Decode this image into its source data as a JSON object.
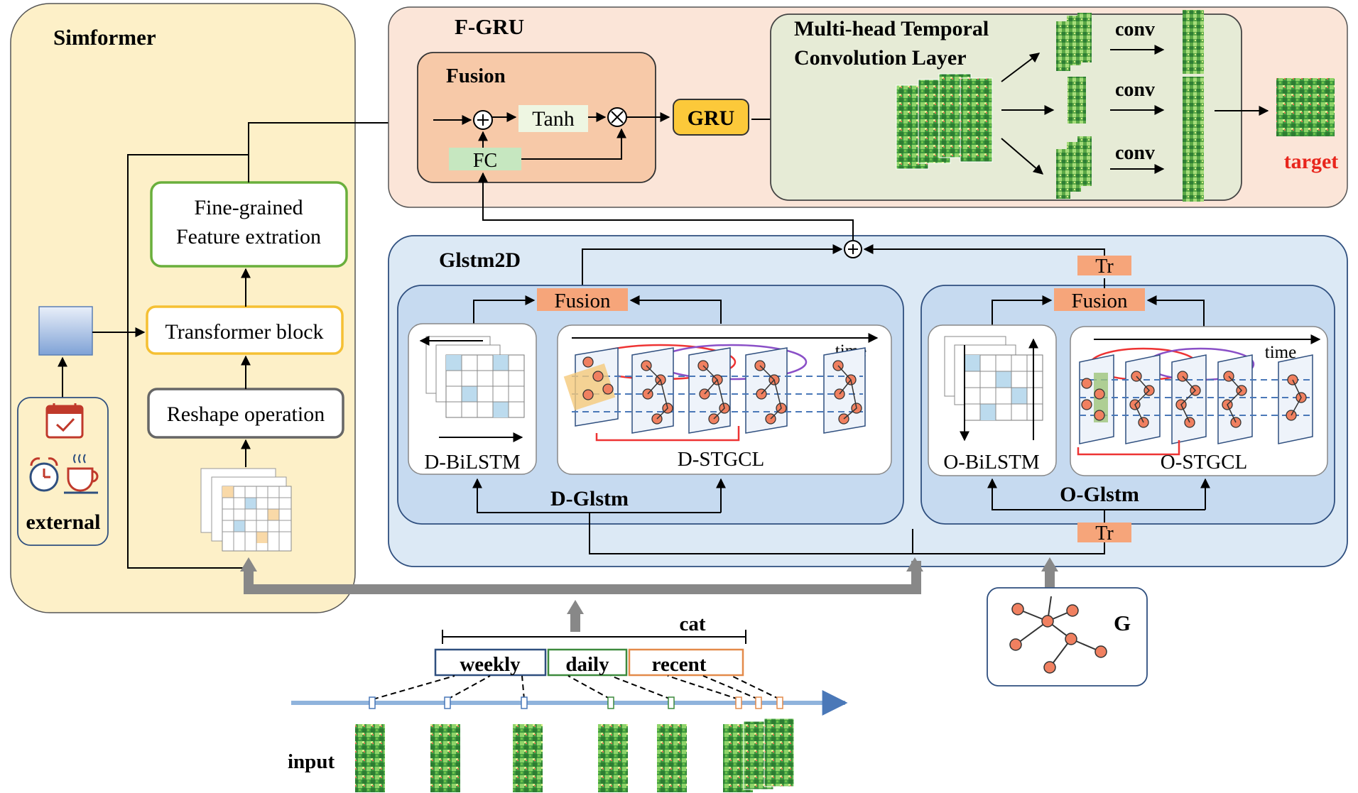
{
  "simformer": {
    "title": "Simformer",
    "fine_grained_line1": "Fine-grained",
    "fine_grained_line2": "Feature extration",
    "transformer": "Transformer block",
    "reshape": "Reshape operation",
    "external": "external"
  },
  "fgru": {
    "title": "F-GRU",
    "fusion_title": "Fusion",
    "tanh": "Tanh",
    "fc": "FC",
    "gru": "GRU",
    "mhtcl_line1": "Multi-head Temporal",
    "mhtcl_line2": "Convolution Layer",
    "conv": "conv",
    "target": "target"
  },
  "glstm2d": {
    "title": "Glstm2D",
    "fusion": "Fusion",
    "tr": "Tr",
    "time": "time",
    "d_bilstm": "D-BiLSTM",
    "d_stgcl": "D-STGCL",
    "d_glstm": "D-Glstm",
    "o_bilstm": "O-BiLSTM",
    "o_stgcl": "O-STGCL",
    "o_glstm": "O-Glstm"
  },
  "bottom": {
    "cat": "cat",
    "weekly": "weekly",
    "daily": "daily",
    "recent": "recent",
    "input": "input",
    "graph": "G"
  },
  "colors": {
    "simformer_bg": "#fdf0c8",
    "fgru_bg": "#fbe5d8",
    "glstm_bg": "#dce9f5",
    "mhtcl_bg": "#e6ebd6",
    "fusion_bg": "#f7c9a8",
    "gru": "#fcc93a",
    "fc": "#c6e7c0",
    "node": "#f08060",
    "target": "#e8251c"
  }
}
